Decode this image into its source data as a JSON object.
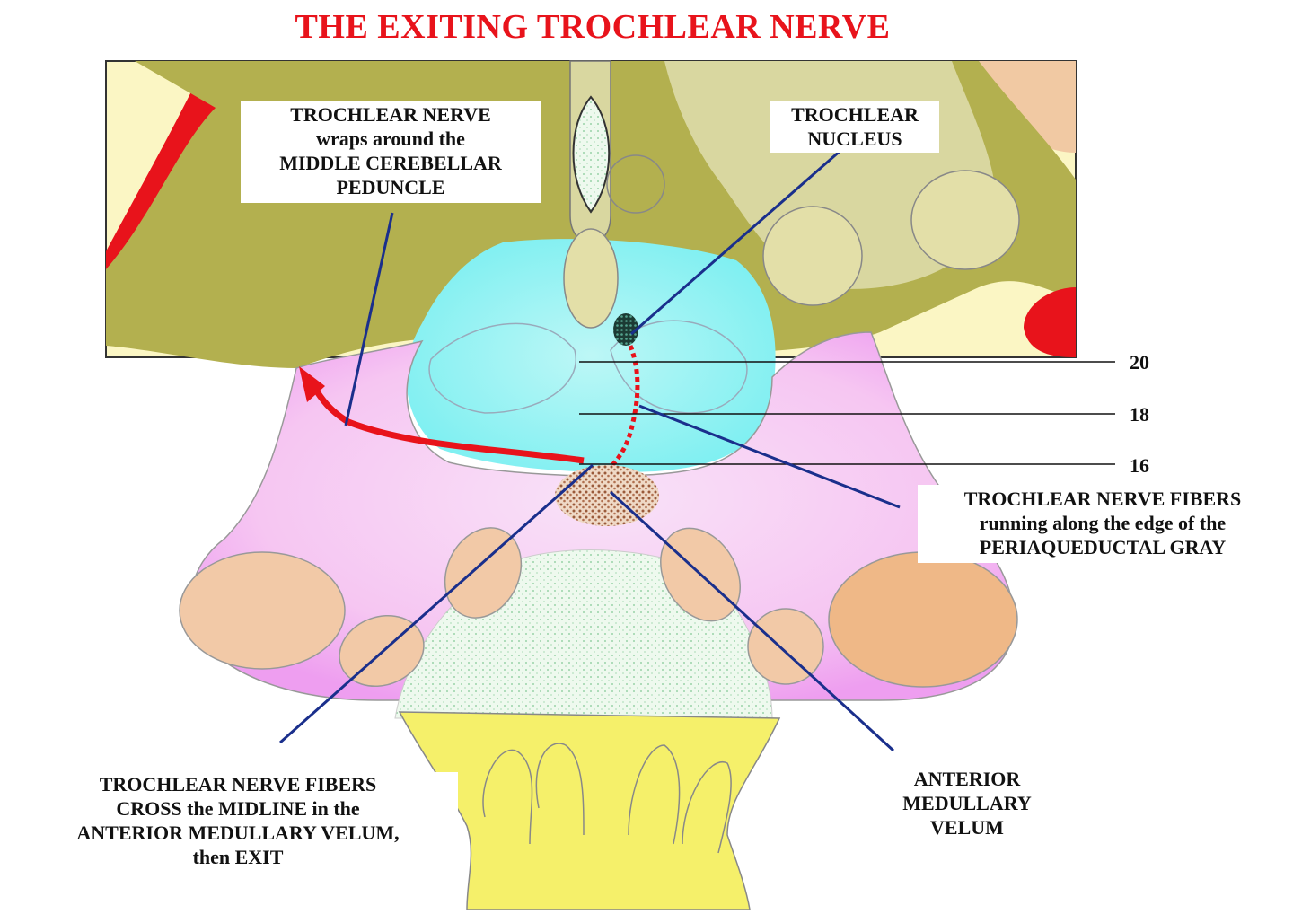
{
  "title": "THE EXITING TROCHLEAR NERVE",
  "labels": {
    "peduncle": [
      "TROCHLEAR NERVE",
      "wraps around the",
      "MIDDLE CEREBELLAR",
      "PEDUNCLE"
    ],
    "nucleus": [
      "TROCHLEAR",
      "NUCLEUS"
    ],
    "fibers_edge": [
      "TROCHLEAR NERVE FIBERS",
      "running along the edge of the",
      "PERIAQUEDUCTAL GRAY"
    ],
    "fibers_cross": [
      "TROCHLEAR NERVE FIBERS",
      "CROSS the MIDLINE in the",
      "ANTERIOR MEDULLARY VELUM,",
      "then EXIT"
    ],
    "velum": [
      "ANTERIOR",
      "MEDULLARY",
      "VELUM"
    ]
  },
  "level_markers": [
    "20",
    "18",
    "16"
  ],
  "colors": {
    "title": "#e8131b",
    "olive": "#b3b04f",
    "cyan": "#8ff0f2",
    "pink": "#f7c4f2",
    "peach": "#f2c9a7",
    "yellow": "#f5f06a",
    "red": "#e8131b",
    "line_blue": "#1a2f8c"
  }
}
